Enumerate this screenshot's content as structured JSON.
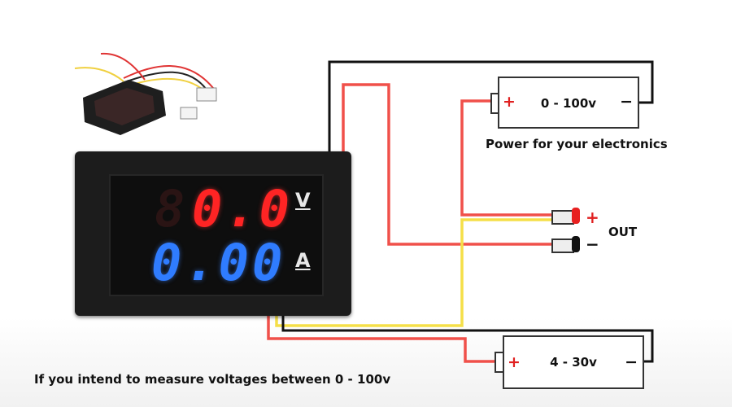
{
  "meter": {
    "voltage_reading": "0.0",
    "current_reading": "0.00",
    "voltage_unit": "V",
    "current_unit": "A"
  },
  "top_battery": {
    "label": "0 - 100v",
    "plus": "+",
    "minus": "−"
  },
  "bottom_battery": {
    "label": "4 - 30v",
    "plus": "+",
    "minus": "−"
  },
  "power_caption": "Power for your electronics",
  "output": {
    "label": "OUT",
    "plus": "+",
    "minus": "−"
  },
  "caption": "If you intend to measure voltages between 0 - 100v",
  "colors": {
    "wire_red": "#f0504a",
    "wire_black": "#111111",
    "wire_yellow": "#f5df48",
    "voltage_display": "#ff2424",
    "current_display": "#2f7cff"
  }
}
